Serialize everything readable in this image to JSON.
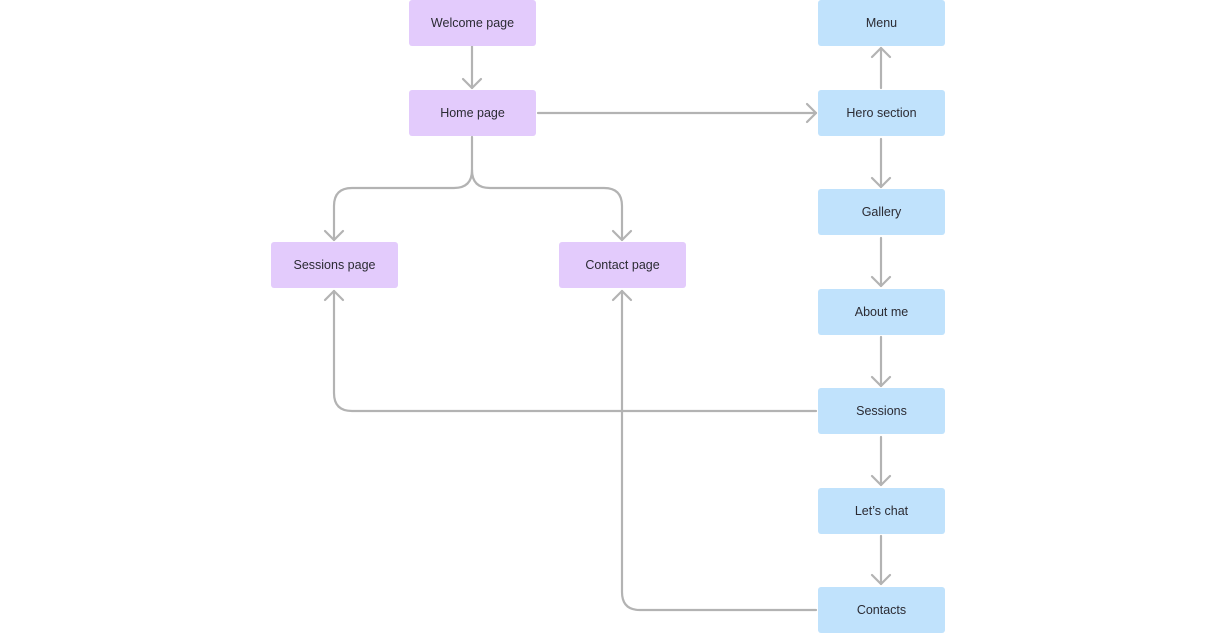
{
  "colors": {
    "page_node": "#e3cbfc",
    "section_node": "#c0e2fc",
    "connector": "#b3b3b3",
    "text": "#2b2b33"
  },
  "nodes": {
    "welcome_page": "Welcome page",
    "home_page": "Home page",
    "sessions_page": "Sessions page",
    "contact_page": "Contact page",
    "menu": "Menu",
    "hero_section": "Hero section",
    "gallery": "Gallery",
    "about_me": "About me",
    "sessions": "Sessions",
    "lets_chat": "Let’s chat",
    "contacts": "Contacts"
  },
  "edges": [
    {
      "from": "welcome_page",
      "to": "home_page"
    },
    {
      "from": "home_page",
      "to": "hero_section"
    },
    {
      "from": "home_page",
      "to": "sessions_page"
    },
    {
      "from": "home_page",
      "to": "contact_page"
    },
    {
      "from": "hero_section",
      "to": "menu"
    },
    {
      "from": "hero_section",
      "to": "gallery"
    },
    {
      "from": "gallery",
      "to": "about_me"
    },
    {
      "from": "about_me",
      "to": "sessions"
    },
    {
      "from": "sessions",
      "to": "lets_chat"
    },
    {
      "from": "lets_chat",
      "to": "contacts"
    },
    {
      "from": "sessions",
      "to": "sessions_page"
    },
    {
      "from": "contacts",
      "to": "contact_page"
    }
  ]
}
